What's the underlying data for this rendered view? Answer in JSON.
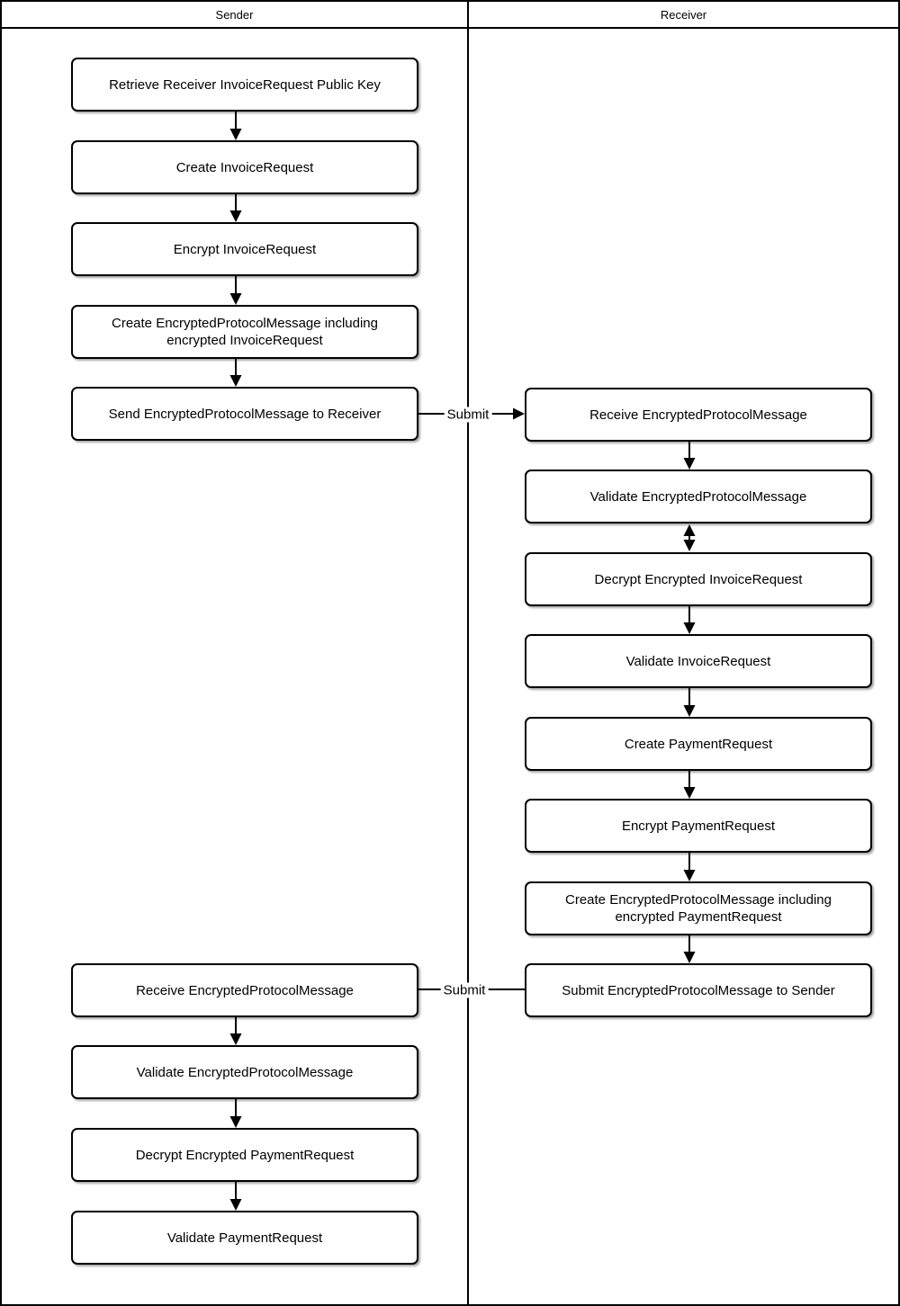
{
  "lanes": {
    "sender_label": "Sender",
    "receiver_label": "Receiver"
  },
  "sender_steps": [
    "Retrieve Receiver InvoiceRequest Public Key",
    "Create InvoiceRequest",
    "Encrypt InvoiceRequest",
    "Create EncryptedProtocolMessage including encrypted InvoiceRequest",
    "Send EncryptedProtocolMessage to Receiver",
    "Receive EncryptedProtocolMessage",
    "Validate EncryptedProtocolMessage",
    "Decrypt Encrypted PaymentRequest",
    "Validate PaymentRequest"
  ],
  "receiver_steps": [
    "Receive EncryptedProtocolMessage",
    "Validate EncryptedProtocolMessage",
    "Decrypt Encrypted InvoiceRequest",
    "Validate InvoiceRequest",
    "Create PaymentRequest",
    "Encrypt PaymentRequest",
    "Create EncryptedProtocolMessage including encrypted PaymentRequest",
    "Submit EncryptedProtocolMessage to Sender"
  ],
  "connectors": {
    "sender_to_receiver_label": "Submit",
    "receiver_to_sender_label": "Submit"
  },
  "colors": {
    "line": "#000000",
    "box_fill": "#ffffff",
    "box_border": "#000000",
    "text": "#000000",
    "background": "#ffffff"
  }
}
